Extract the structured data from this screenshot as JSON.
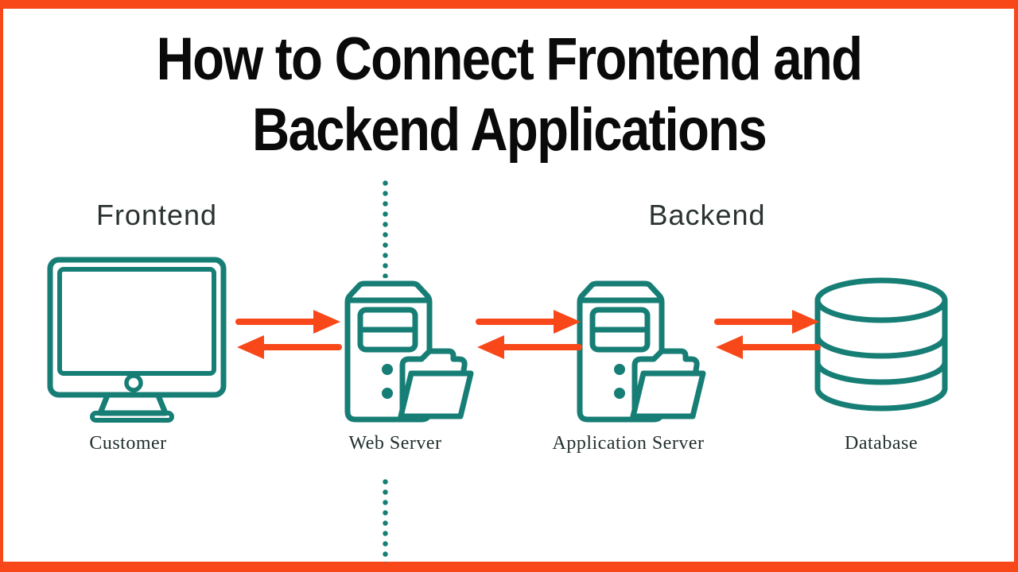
{
  "title": {
    "line1": "How to Connect Frontend and",
    "line2": "Backend Applications"
  },
  "groups": {
    "frontend": "Frontend",
    "backend": "Backend"
  },
  "nodes": [
    {
      "label": "Customer",
      "icon": "desktop-monitor-icon"
    },
    {
      "label": "Web Server",
      "icon": "server-tower-with-folder-icon"
    },
    {
      "label": "Application Server",
      "icon": "server-tower-with-folder-icon"
    },
    {
      "label": "Database",
      "icon": "database-cylinder-icon"
    }
  ],
  "connectors": {
    "style": "bidirectional-orange-arrows",
    "count": 3
  },
  "divider": {
    "style": "vertical-dotted-teal-line",
    "segments": 2
  },
  "colors": {
    "accent_orange": "#F8481A",
    "icon_teal": "#177E76",
    "title_ink": "#0A0A0A",
    "label_ink": "#22302E",
    "background": "#FFFFFF"
  }
}
